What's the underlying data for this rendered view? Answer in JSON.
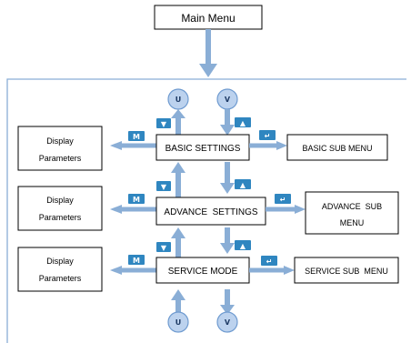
{
  "main_menu": {
    "label": "Main Menu"
  },
  "rows": [
    {
      "display_line1": "Display",
      "display_line2": "Parameters",
      "menu": "BASIC SETTINGS",
      "sub_line1": "BASIC SUB MENU",
      "sub_line2": ""
    },
    {
      "display_line1": "Display",
      "display_line2": "Parameters",
      "menu": "ADVANCE  SETTINGS",
      "sub_line1": "ADVANCE  SUB",
      "sub_line2": "MENU"
    },
    {
      "display_line1": "Display",
      "display_line2": "Parameters",
      "menu": "SERVICE MODE",
      "sub_line1": "SERVICE SUB  MENU",
      "sub_line2": ""
    }
  ],
  "buttons": {
    "up": "U",
    "down": "V",
    "mode": "M",
    "enter": "↵",
    "up_arrow": "▲",
    "down_arrow": "▼"
  },
  "colors": {
    "arrow": "#8aaed6",
    "badge": "#2f86c0",
    "node": "#bcd2ee"
  }
}
